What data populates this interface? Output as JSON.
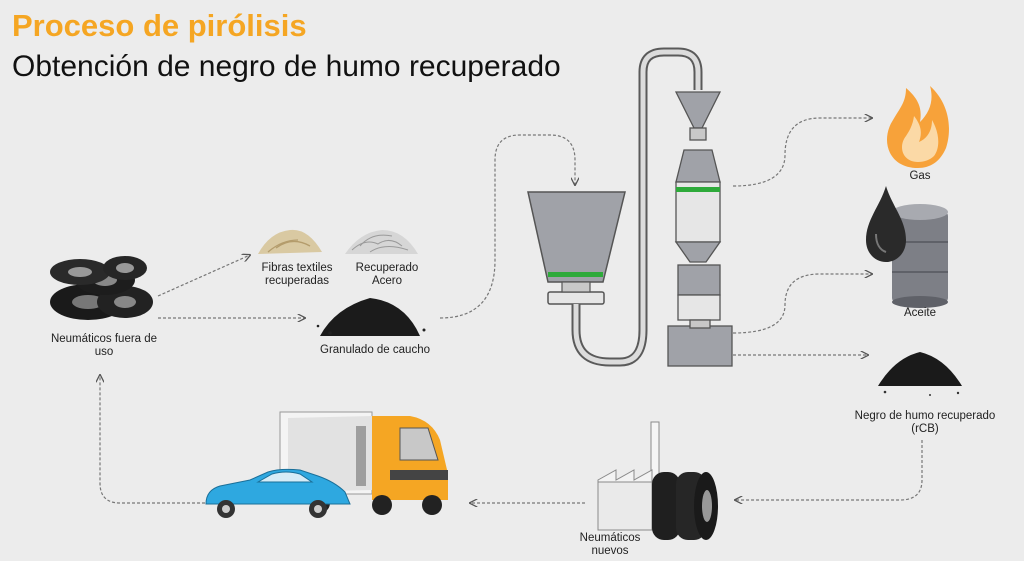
{
  "title": "Proceso de pirólisis",
  "subtitle": "Obtención de negro de humo recuperado",
  "labels": {
    "neumaticos_fuera_uso": "Neumáticos fuera de uso",
    "fibras": "Fibras textiles recuperadas",
    "acero": "Recuperado Acero",
    "granulado": "Granulado de caucho",
    "gas": "Gas",
    "aceite": "Aceite",
    "rcb": "Negro de humo recuperado (rCB)",
    "neumaticos_nuevos": "Neumáticos nuevos"
  },
  "colors": {
    "title": "#f5a623",
    "flame_outer": "#f7a23a",
    "flame_inner": "#fbd9a6",
    "green_band": "#2eaa3a",
    "truck_cab": "#f5a623",
    "car": "#2ea8e0",
    "metal": "#9ea0a6",
    "barrel": "#7d7f86"
  }
}
